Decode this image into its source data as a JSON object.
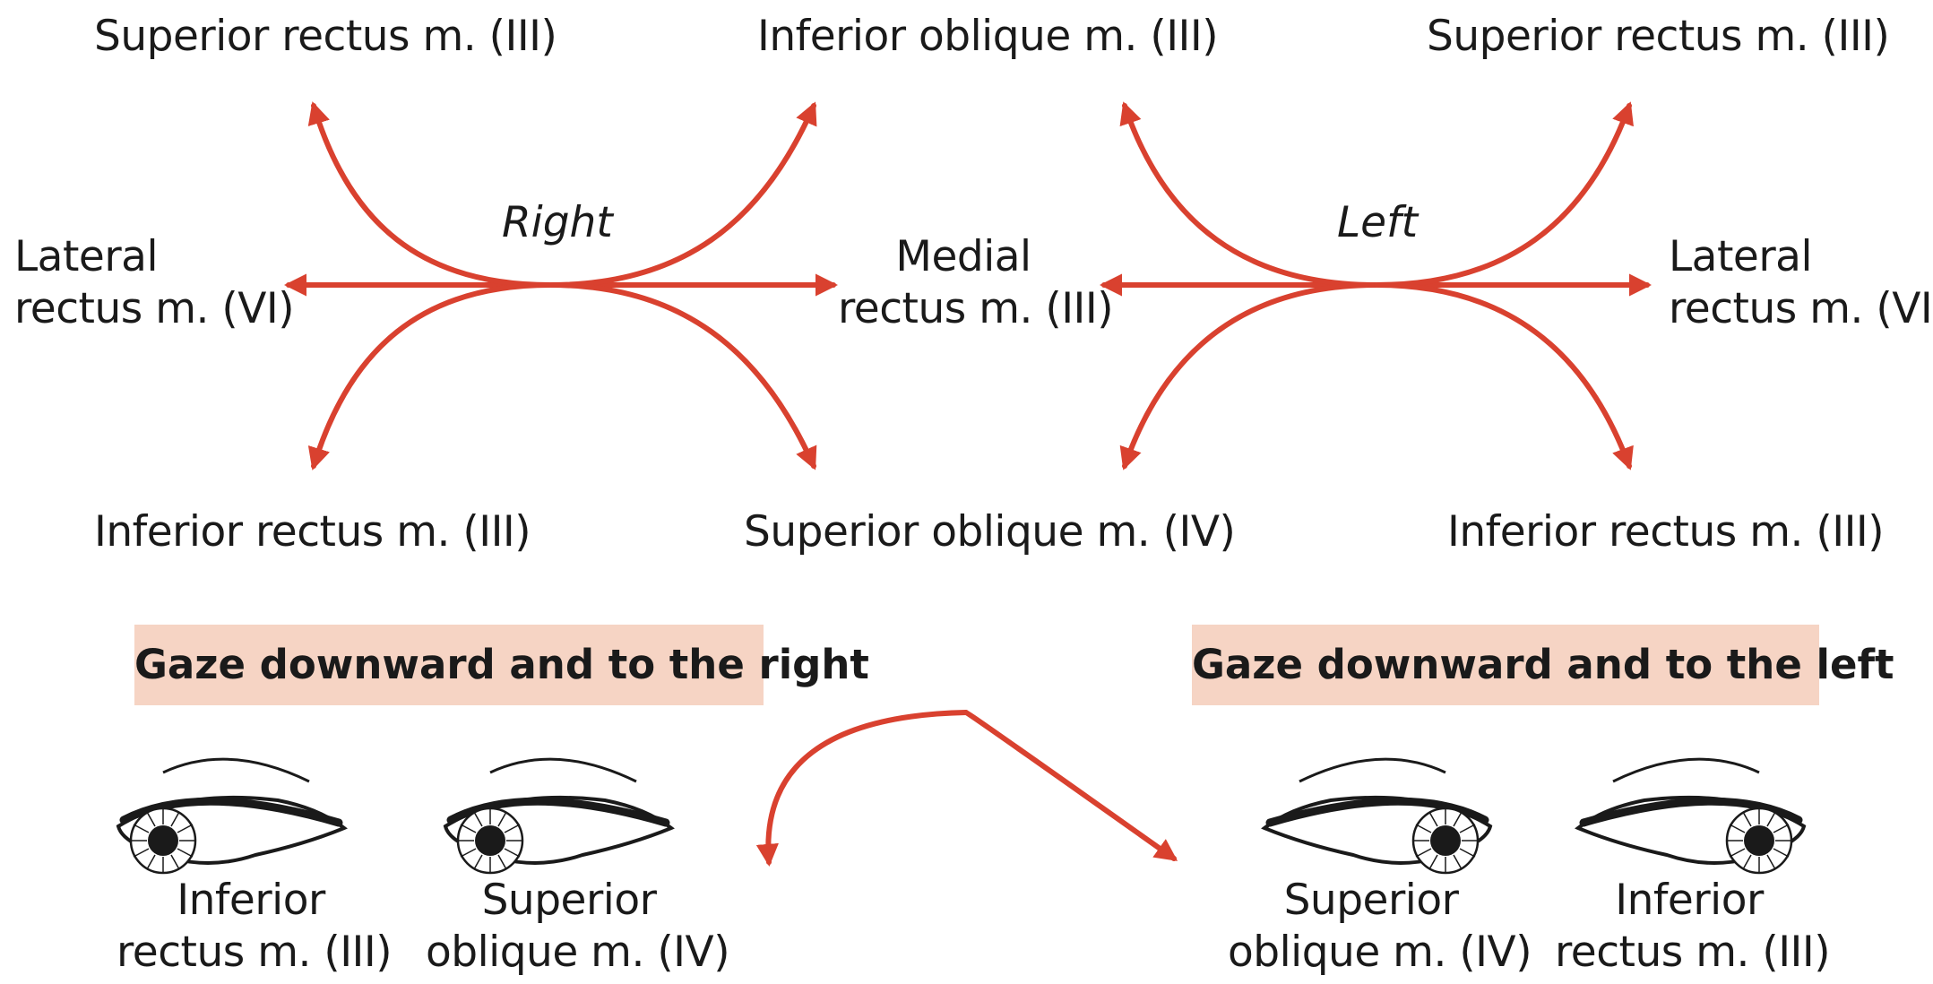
{
  "accent_color": "#d9412f",
  "right_diagram": {
    "side_label": "Right",
    "top_left": "Superior rectus m. (III)",
    "top_right": "Inferior oblique m. (III)",
    "left_line1": "Lateral",
    "left_line2": "rectus m. (VI)",
    "right_line1": "Medial",
    "right_line2": "rectus m. (III)",
    "bottom_left": "Inferior rectus m. (III)",
    "bottom_right": "Superior oblique m. (IV)"
  },
  "left_diagram": {
    "side_label": "Left",
    "top_right": "Superior rectus m. (III)",
    "right_line1": "Lateral",
    "right_line2": "rectus m. (VI)",
    "bottom_right": "Inferior rectus m. (III)"
  },
  "gaze": {
    "right_title": "Gaze downward and to the right",
    "left_title": "Gaze downward and to the left",
    "right_eyes": [
      {
        "line1": "Inferior",
        "line2": "rectus m. (III)"
      },
      {
        "line1": "Superior",
        "line2": "oblique m. (IV)"
      }
    ],
    "left_eyes": [
      {
        "line1": "Superior",
        "line2": "oblique m. (IV)"
      },
      {
        "line1": "Inferior",
        "line2": "rectus m. (III)"
      }
    ]
  }
}
